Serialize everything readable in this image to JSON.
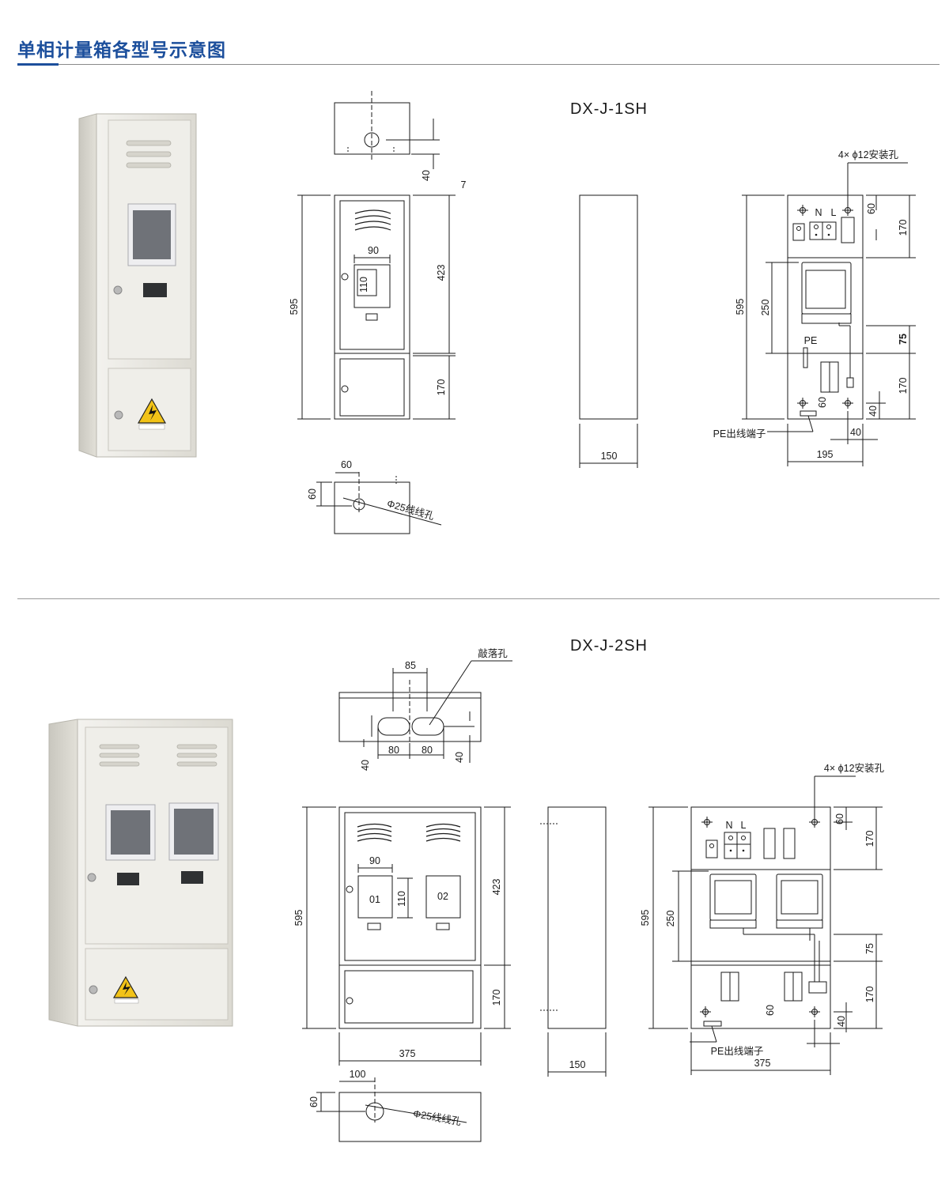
{
  "header": {
    "title": "单相计量箱各型号示意图"
  },
  "colors": {
    "title": "#1c4f9c",
    "line": "#1a1a1a",
    "rule": "#8a8a8a",
    "enclosure": "#e8e6df",
    "warning": "#f2c318"
  },
  "section1": {
    "model": "DX-J-1SH",
    "top_view": {
      "dim_40": "40",
      "dim_7": "7"
    },
    "front": {
      "height": "595",
      "upper": "423",
      "lower": "170",
      "window_w": "90",
      "window_h": "110"
    },
    "side": {
      "depth": "150"
    },
    "bottom": {
      "dim_60a": "60",
      "dim_60b": "60",
      "hole": "Φ25线线孔"
    },
    "internal": {
      "mount": "4× ϕ12安装孔",
      "n": "N",
      "l": "L",
      "pe": "PE",
      "pe_terminal": "PE出线端子",
      "d60": "60",
      "d170a": "170",
      "d595": "595",
      "d250": "250",
      "d75": "75",
      "d170b": "170",
      "d60b": "60",
      "d40a": "40",
      "d40b": "40",
      "width": "195"
    }
  },
  "section2": {
    "model": "DX-J-2SH",
    "top_view": {
      "knockout": "敲落孔",
      "d85": "85",
      "d80a": "80",
      "d80b": "80",
      "d40a": "40",
      "d40b": "40"
    },
    "front": {
      "height": "595",
      "upper": "423",
      "lower": "170",
      "window_w": "90",
      "window_h": "110",
      "meter1": "01",
      "meter2": "02",
      "width": "375"
    },
    "side": {
      "depth": "150"
    },
    "bottom": {
      "d100": "100",
      "d60": "60",
      "hole": "Φ25线线孔"
    },
    "internal": {
      "mount": "4× ϕ12安装孔",
      "n": "N",
      "l": "L",
      "pe_terminal": "PE出线端子",
      "d60": "60",
      "d170a": "170",
      "d595": "595",
      "d250": "250",
      "d75": "75",
      "d170b": "170",
      "d60b": "60",
      "d40": "40",
      "width": "375"
    }
  }
}
